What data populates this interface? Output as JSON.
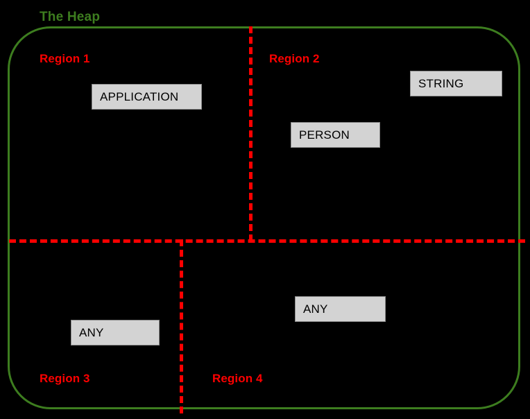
{
  "diagram": {
    "title": "The Heap",
    "background_color": "#000000",
    "heap_border_color": "#3d7d1f",
    "divider_color": "#fe0000",
    "object_fill_color": "#d3d3d3",
    "object_border_color": "#8c8c8c"
  },
  "regions": [
    {
      "id": "region-1",
      "label": "Region 1"
    },
    {
      "id": "region-2",
      "label": "Region 2"
    },
    {
      "id": "region-3",
      "label": "Region 3"
    },
    {
      "id": "region-4",
      "label": "Region 4"
    }
  ],
  "objects": [
    {
      "id": "application",
      "label": "APPLICATION",
      "region": "Region 1"
    },
    {
      "id": "string",
      "label": "STRING",
      "region": "Region 2"
    },
    {
      "id": "person",
      "label": "PERSON",
      "region": "Region 2"
    },
    {
      "id": "any-r3",
      "label": "ANY",
      "region": "Region 3"
    },
    {
      "id": "any-r4",
      "label": "ANY",
      "region": "Region 4"
    }
  ]
}
